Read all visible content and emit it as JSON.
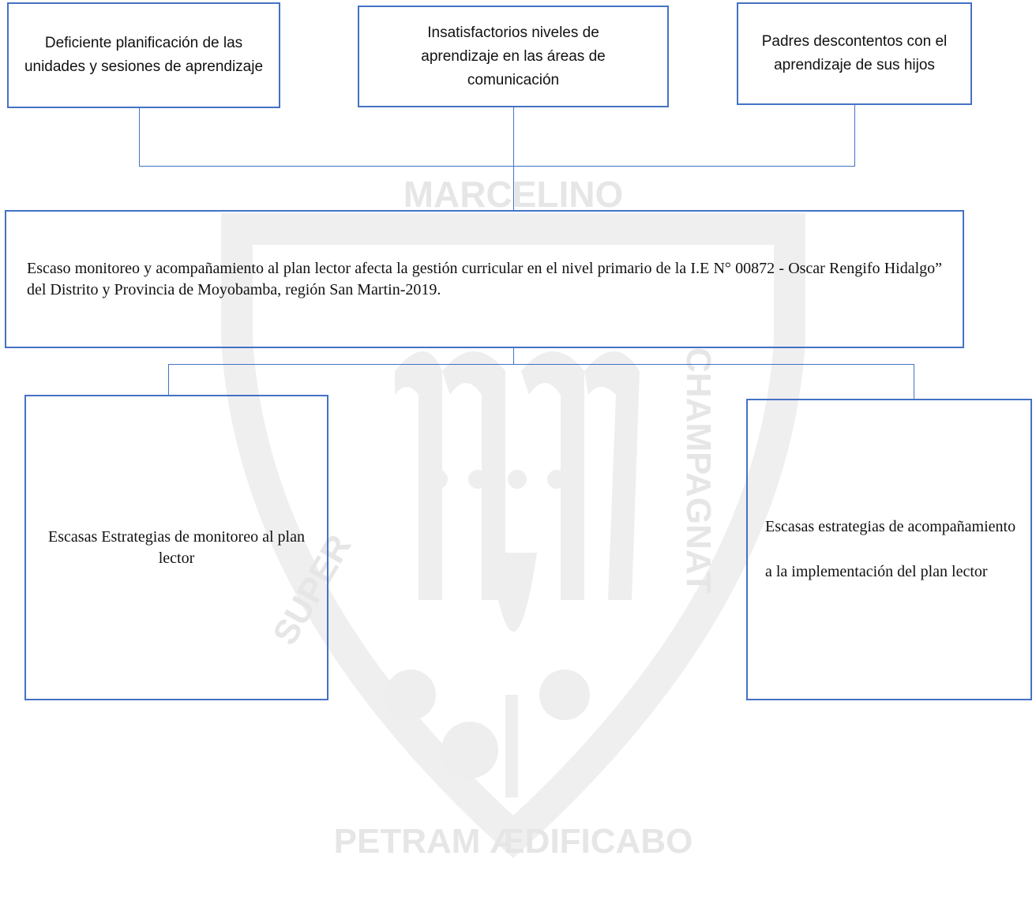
{
  "effects": [
    "Deficiente planificación de las unidades y sesiones de aprendizaje",
    "Insatisfactorios niveles de aprendizaje en las áreas de comunicación",
    "Padres descontentos con el aprendizaje de sus hijos"
  ],
  "problem": "Escaso monitoreo y acompañamiento al plan lector afecta la gestión curricular en el nivel primario de la I.E N° 00872 - Oscar Rengifo Hidalgo” del Distrito y Provincia de Moyobamba, región San Martin-2019.",
  "causes": [
    "Escasas Estrategias de monitoreo al plan lector",
    "Escasas estrategias de acompañamiento a la implementación del plan lector"
  ],
  "watermark": {
    "top": "MARCELINO",
    "left": "SUPER",
    "bottom": "PETRAM ÆDIFICABO",
    "right": "CHAMPAGNAT"
  },
  "colors": {
    "border": "#4472c4",
    "watermark": "#e6e6e6"
  }
}
